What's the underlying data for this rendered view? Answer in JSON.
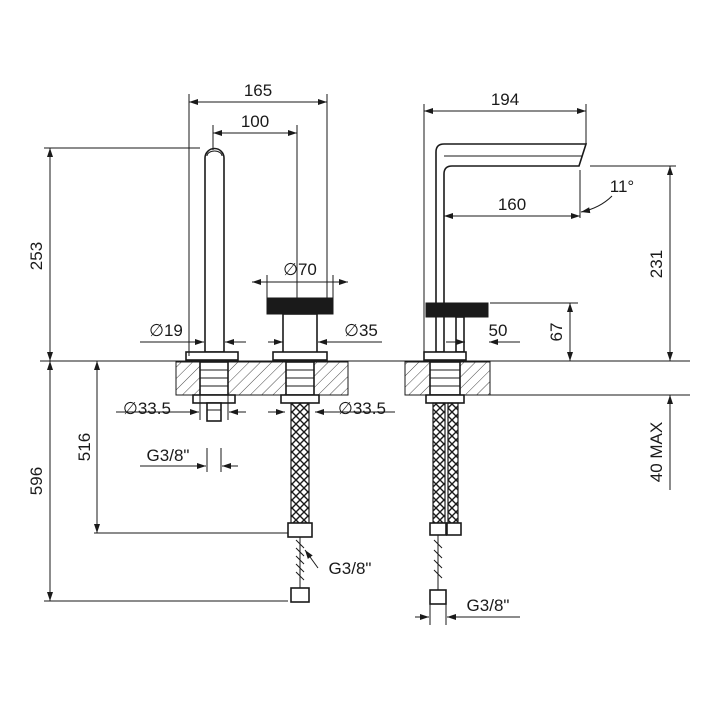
{
  "drawing": {
    "dimensions": {
      "width_165": "165",
      "width_100": "100",
      "height_253": "253",
      "dia_70": "∅70",
      "dia_19": "∅19",
      "dia_35": "∅35",
      "dia_33_5_left": "∅33.5",
      "dia_33_5_right": "∅33.5",
      "depth_516": "516",
      "depth_596": "596",
      "thread_left": "G3/8\"",
      "thread_mid": "G3/8\"",
      "width_194": "194",
      "width_160": "160",
      "angle_11": "11°",
      "height_231": "231",
      "height_67": "67",
      "dia_50": "50",
      "deck_40max": "40 MAX",
      "thread_right": "G3/8\""
    }
  }
}
